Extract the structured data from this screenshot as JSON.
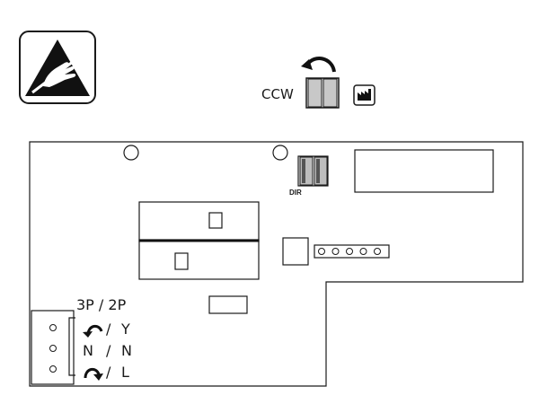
{
  "warning_symbol": {
    "icon": "esd-warning-icon",
    "color": "#111111"
  },
  "rotation": {
    "label": "CCW",
    "icon": "ccw-arrow-icon"
  },
  "factory_default": {
    "icon": "factory-icon"
  },
  "board": {
    "dip_label": "DIR",
    "header_pin_count": 5,
    "pole_title": "3P / 2P",
    "terminals": [
      {
        "symbol": "ccw-arrow",
        "sep": "/",
        "value": "Y"
      },
      {
        "symbol": "N",
        "sep": "/",
        "value": "N"
      },
      {
        "symbol": "cw-arrow",
        "sep": "/",
        "value": "L"
      }
    ]
  },
  "colors": {
    "line": "#1a1a1a",
    "switch_fill": "#c8c8c8",
    "switch_dark": "#555555"
  }
}
